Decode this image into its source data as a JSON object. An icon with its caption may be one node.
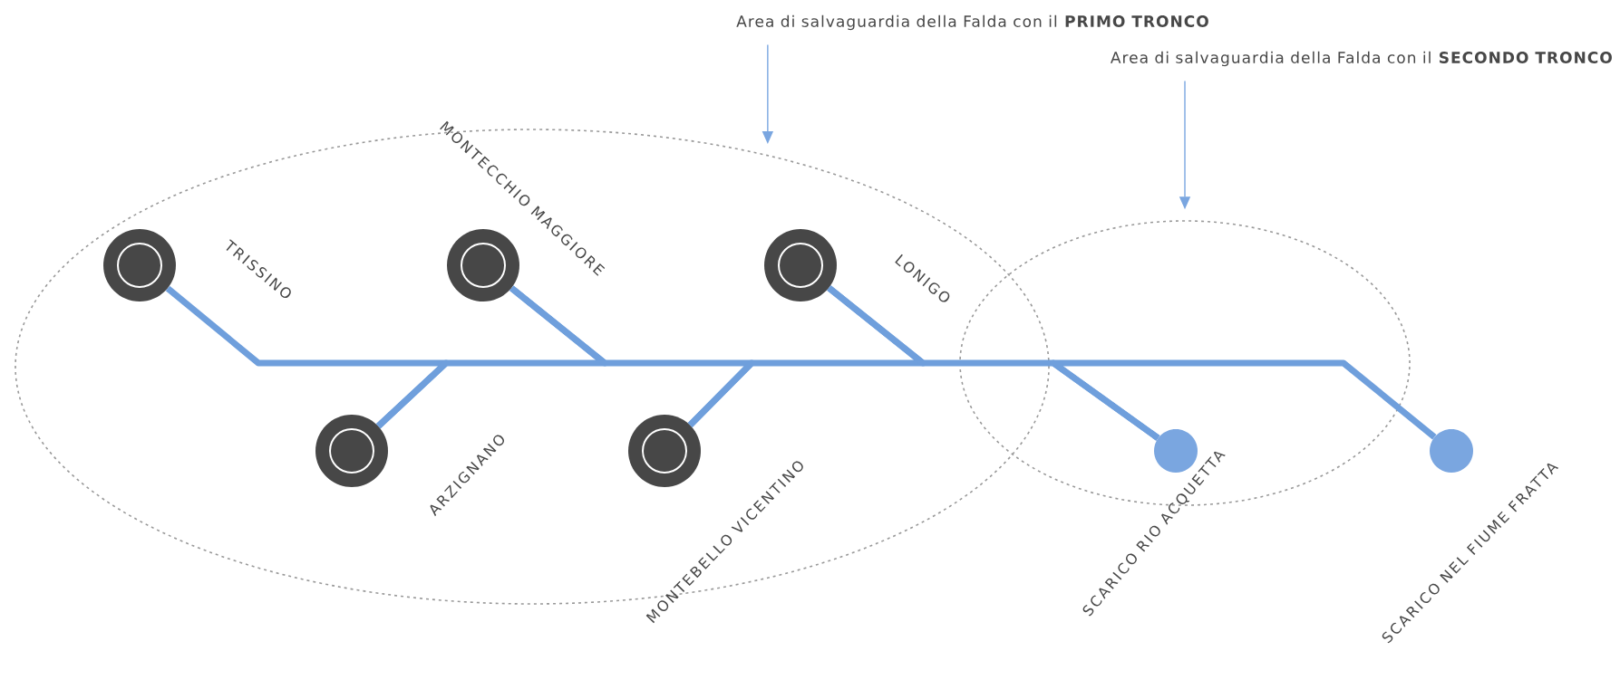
{
  "diagram": {
    "nodes": [
      {
        "text": [
          "Area di salvaguardia della Falda con il **PRIMO TRONCO**"
        ]
      },
      {
        "text": [
          "Area di salvaguardia della Falda con il **SECONDO TRONCO**"
        ]
      },
      {
        "text": [],
        "shape": "ellipse"
      },
      {
        "text": [],
        "shape": "circle",
        "beside": [
          "TRISSINO"
        ],
        "in": 2
      },
      {
        "text": [],
        "shape": "circle",
        "beside": [
          "MONTECCHIO MAGGIORE"
        ],
        "in": 2
      },
      {
        "text": [],
        "shape": "circle",
        "beside": [
          "LONIGO"
        ],
        "in": 2
      },
      {
        "text": [],
        "shape": "circle",
        "beside": [
          "ARZIGNANO"
        ],
        "in": 2
      },
      {
        "text": [],
        "shape": "circle",
        "beside": [
          "MONTEBELLO VICENTINO"
        ],
        "in": 2
      },
      {
        "text": [],
        "shape": "ellipse"
      },
      {
        "text": [],
        "shape": "circle",
        "beside": [
          "SCARICO RIO ACQUETTA"
        ],
        "in": 8
      },
      {
        "text": [],
        "shape": "circle",
        "beside": [
          "SCARICO NEL FIUME FRATTA"
        ]
      }
    ],
    "edges": [
      {
        "from": 0,
        "to": 2,
        "arrow": "to",
        "color": "#7aa6e0"
      },
      {
        "from": 1,
        "to": 8,
        "arrow": "to",
        "color": "#7aa6e0"
      },
      {
        "from": 3,
        "to": 6,
        "arrow": "none",
        "color": "#6f9fdc"
      },
      {
        "from": 6,
        "to": 4,
        "arrow": "none",
        "color": "#6f9fdc"
      },
      {
        "from": 4,
        "to": 7,
        "arrow": "none",
        "color": "#6f9fdc"
      },
      {
        "from": 7,
        "to": 5,
        "arrow": "none",
        "color": "#6f9fdc"
      },
      {
        "from": 5,
        "to": 9,
        "arrow": "none",
        "color": "#6f9fdc"
      },
      {
        "from": 9,
        "to": 10,
        "arrow": "none",
        "color": "#6f9fdc"
      }
    ]
  }
}
